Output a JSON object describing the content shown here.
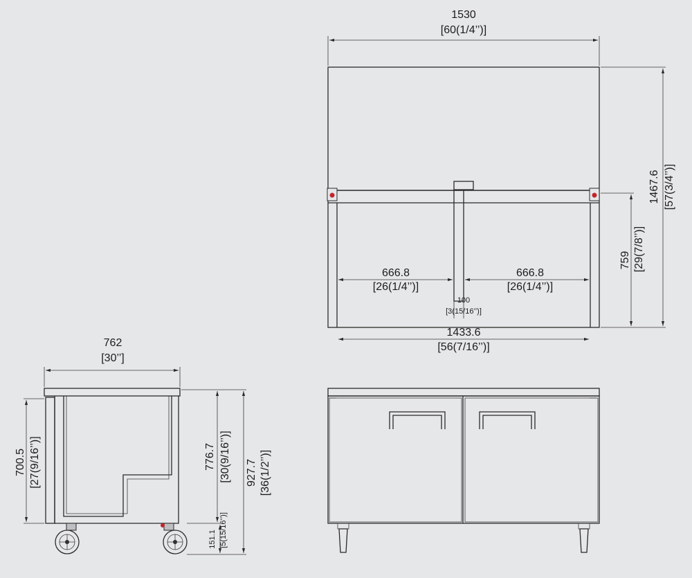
{
  "colors": {
    "background": "#e6e7e9",
    "line": "#2a2a2a",
    "text": "#1c1c1c",
    "hinge_accent": "#c0262c"
  },
  "top_view": {
    "overall_width": {
      "mm": "1530",
      "inch": "[60(1/4’’)]"
    },
    "overall_depth": {
      "mm": "1467.6",
      "inch": "[57(3/4’’)]"
    },
    "side_depth": {
      "mm": "759",
      "inch": "[29(7/8’’)]"
    },
    "left_opening": {
      "mm": "666.8",
      "inch": "[26(1/4’’)]"
    },
    "right_opening": {
      "mm": "666.8",
      "inch": "[26(1/4’’)]"
    },
    "mullion": {
      "mm": "100",
      "inch": "[3(15/16’’)]"
    },
    "inner_width": {
      "mm": "1433.6",
      "inch": "[56(7/16’’)]"
    }
  },
  "side_view": {
    "depth": {
      "mm": "762",
      "inch": "[30’’]"
    },
    "cabinet_height": {
      "mm": "700.5",
      "inch": "[27(9/16’’)]"
    },
    "work_height": {
      "mm": "776.7",
      "inch": "[30(9/16’’)]"
    },
    "total_height": {
      "mm": "927.7",
      "inch": "[36(1/2’’)]"
    },
    "caster_height": {
      "mm": "151.1",
      "inch": "[5(15/16’’)]"
    }
  },
  "icons": [
    "arrow-icon",
    "hinge-icon",
    "caster-wheel-icon",
    "door-handle-icon",
    "leg-icon"
  ]
}
